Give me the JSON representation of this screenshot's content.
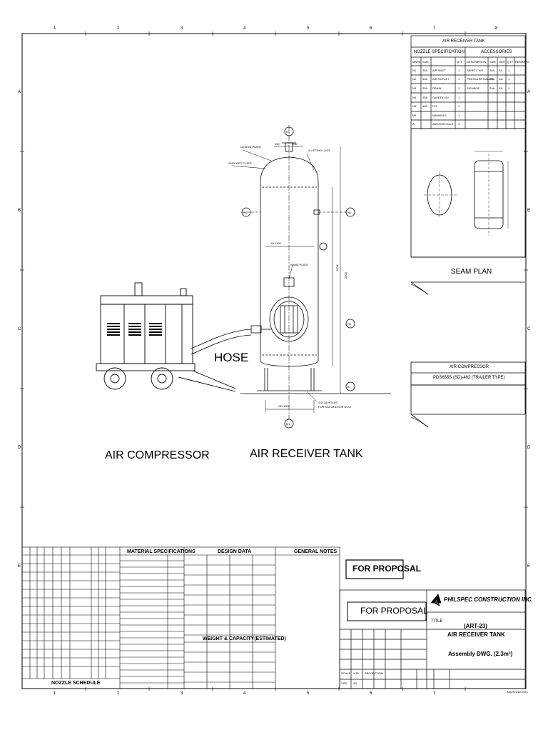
{
  "grid": {
    "cols": [
      "1",
      "2",
      "3",
      "4",
      "5",
      "6",
      "7",
      "8"
    ],
    "rows": [
      "A",
      "B",
      "C",
      "D",
      "E"
    ]
  },
  "labels": {
    "hose": "HOSE",
    "air_compressor": "AIR  COMPRESSOR",
    "air_receiver_tank": "AIR  RECEIVER  TANK",
    "seam_plan": "SEAM  PLAN"
  },
  "nozzle_panel": {
    "title": "AIR RECEIVER TANK",
    "left_header": "NOZZLE  SPECIFICATION",
    "right_header": "ACCESSORIES",
    "col_headers": [
      "MARK",
      "SIZE",
      "",
      "QTY",
      "DESCRIPTION",
      "SIZE",
      "UNIT",
      "QTY",
      "REMARKS"
    ],
    "rows": [
      [
        "N1",
        "25A",
        "AIR INLET",
        "1",
        "SAFETY V/V",
        "25A",
        "EA",
        "1",
        ""
      ],
      [
        "N2",
        "50A",
        "AIR OUTLET",
        "1",
        "PRESSURE GAUGE",
        "25A",
        "EA",
        "1",
        ""
      ],
      [
        "N3",
        "25A",
        "DRAIN",
        "1",
        "SIGNAGE",
        "25A",
        "EA",
        "1",
        ""
      ],
      [
        "N4",
        "25A",
        "SAFETY V/V",
        "1",
        "",
        "",
        "",
        "",
        ""
      ],
      [
        "N5",
        "15A",
        "P.G",
        "1",
        "",
        "",
        "",
        "",
        ""
      ],
      [
        "M1",
        "",
        "MANHOLE",
        "1",
        "",
        "",
        "",
        "",
        ""
      ],
      [
        "A",
        "",
        "ANCHOR HOLE",
        "4",
        "",
        "",
        "",
        "",
        ""
      ]
    ]
  },
  "air_compressor_box": {
    "title": "AIR  COMPRESSOR",
    "model": "PDS655S (SD)-482 (TRAILER TYPE)"
  },
  "notes_block": {
    "material_header": "MATERIAL  SPECIFICATIONS",
    "design_header": "DESIGN  DATA",
    "general_header": "GENERAL  NOTES",
    "weight_header": "WEIGHT & CAPACITY(ESTIMATED)",
    "nozzle_schedule": "NOZZLE  SCHEDULE"
  },
  "title_block": {
    "stamp_top": "FOR PROPOSAL",
    "stamp_bottom": "FOR PROPOSAL",
    "company": "PHILSPEC CONSTRUCTION INC.",
    "title_label": "TITLE",
    "drawing_no": "(ART-23)",
    "drawing_title": "AIR RECEIVER TANK",
    "drawing_sub": "Assembly DWG. (2.3m³)",
    "scale_label": "SCALE",
    "scale_value": "1:30",
    "size_label": "SIZE",
    "size_value": "A3",
    "projection_label": "PROJECTION",
    "footer_code": "A3(297x420mm)"
  }
}
